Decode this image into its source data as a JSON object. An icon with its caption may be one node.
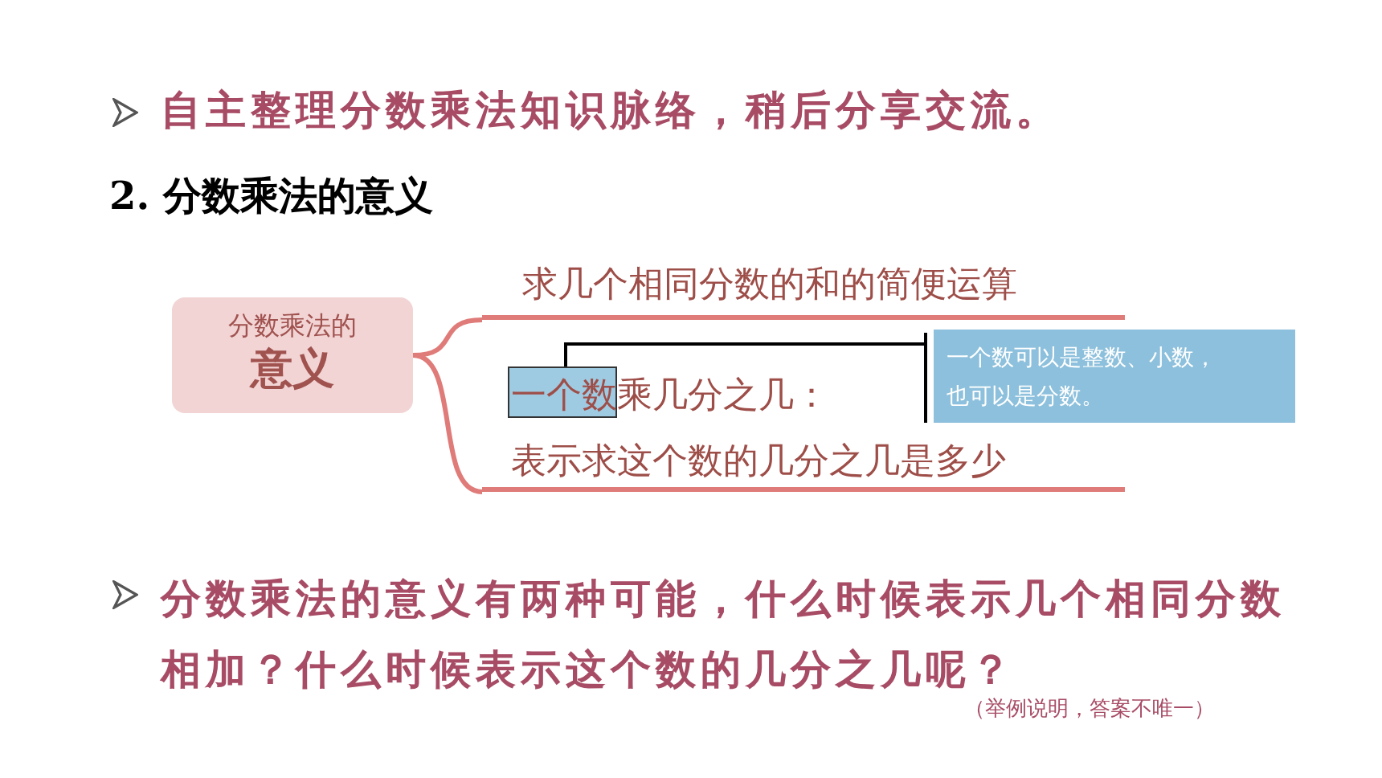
{
  "diagram": {
    "nodes": [
      {
        "text": [
          "分数乘法的",
          "意义"
        ]
      },
      {
        "text": [
          "求几个相同分数的和的简便运算"
        ]
      },
      {
        "text": [
          "一个数乘几分之几：",
          "表示求这个数的几分之几是多少"
        ]
      },
      {
        "text": [
          "一个数可以是整数、小数，也可以是分数。"
        ]
      }
    ],
    "edges": [
      {
        "from": 0,
        "to": 1,
        "arrow": "none"
      },
      {
        "from": 0,
        "to": 2,
        "arrow": "none"
      },
      {
        "from": 2,
        "to": 3,
        "arrow": "none",
        "color": "#000000"
      }
    ],
    "labels": [
      "自主整理分数乘法知识脉络，稍后分享交流。",
      "2. 分数乘法的意义",
      "分数乘法的意义有两种可能，什么时候表示几个相同分数相加？什么时候表示这个数的几分之几呢？",
      "（举例说明，答案不唯一）"
    ]
  }
}
